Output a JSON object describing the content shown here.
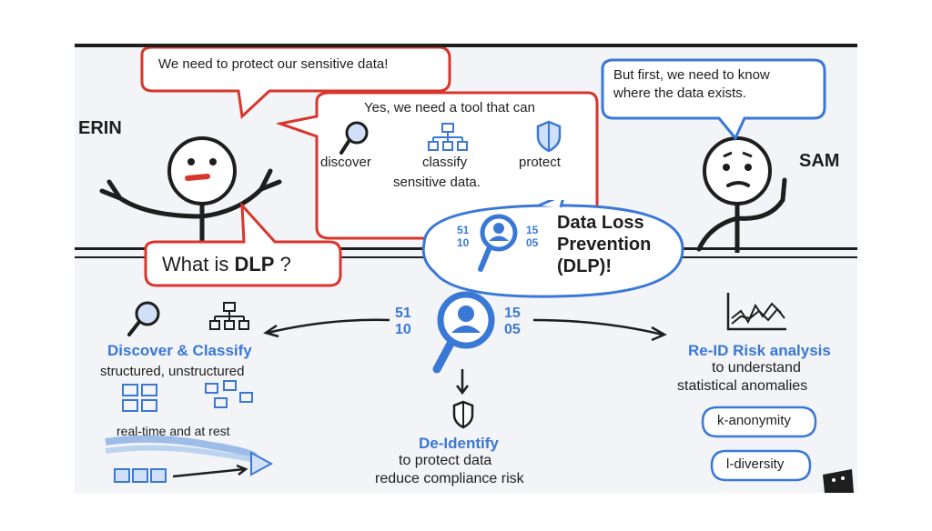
{
  "speakers": {
    "erin": "ERIN",
    "sam": "SAM"
  },
  "bubbles": {
    "erin_top": "We need to protect our sensitive data!",
    "sam_top_line1": "But first, we need to know",
    "sam_top_line2": "where the data exists.",
    "tool_intro": "Yes, we need a tool that can",
    "tool_discover": "discover",
    "tool_classify": "classify",
    "tool_protect": "protect",
    "tool_sensitive": "sensitive data.",
    "question_prefix": "What is ",
    "question_bold": "DLP",
    "question_suffix": " ?",
    "dlp_line1": "Data Loss",
    "dlp_line2": "Prevention",
    "dlp_line3": "(DLP)!"
  },
  "binary": {
    "left_top": "51",
    "left_bottom": "10",
    "right_top": "15",
    "right_bottom": "05"
  },
  "discover_classify": {
    "title": "Discover & Classify",
    "sub": "structured, unstructured",
    "mode": "real-time and at rest"
  },
  "deidentify": {
    "title": "De-Identify",
    "line1": "to protect data",
    "line2": "reduce compliance risk"
  },
  "reid": {
    "title": "Re-ID Risk analysis",
    "line1": "to understand",
    "line2": "statistical anomalies",
    "pill1": "k-anonymity",
    "pill2": "l-diversity"
  },
  "colors": {
    "red": "#d8362c",
    "blue": "#3a78d6",
    "ink": "#1e1e1e",
    "panel": "#f2f4f8"
  },
  "icons": [
    "magnifier-icon",
    "hierarchy-icon",
    "shield-icon",
    "person-search-icon",
    "chart-icon",
    "grid-icon",
    "funnel-icon"
  ]
}
